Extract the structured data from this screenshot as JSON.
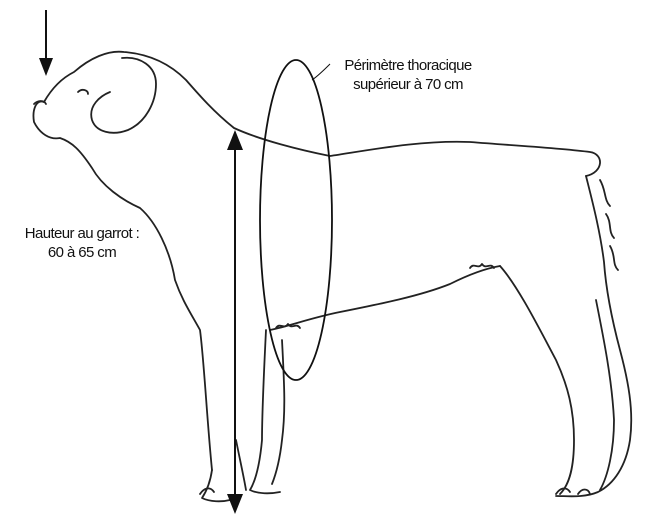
{
  "annotations": {
    "chest_line1": "Périmètre thoracique",
    "chest_line2": "supérieur à 70 cm",
    "height_line1": "Hauteur au garrot :",
    "height_line2": "60 à 65 cm"
  },
  "colors": {
    "ink": "#111111",
    "background": "#ffffff"
  }
}
